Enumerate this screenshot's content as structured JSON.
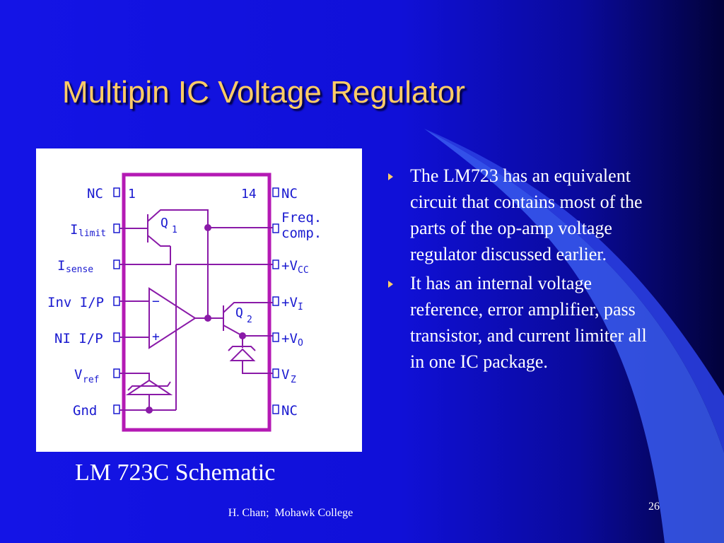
{
  "slide": {
    "title": "Multipin IC Voltage Regulator",
    "caption": "LM 723C Schematic",
    "bullets": [
      "The LM723 has an equivalent circuit that contains most of the parts of the op-amp voltage regulator discussed earlier.",
      "It has an internal voltage reference, error amplifier, pass transistor, and current limiter all in one IC package."
    ],
    "footer": "H. Chan;  Mohawk College",
    "slide_number": "26",
    "bullet_icon": "triangle-right-icon"
  },
  "schematic": {
    "left_pins": [
      {
        "main": "NC",
        "sub": ""
      },
      {
        "main": "I",
        "sub": "limit"
      },
      {
        "main": "I",
        "sub": "sense"
      },
      {
        "main": "Inv I/P",
        "sub": ""
      },
      {
        "main": "NI I/P",
        "sub": ""
      },
      {
        "main": "V",
        "sub": "ref"
      },
      {
        "main": "Gnd",
        "sub": ""
      }
    ],
    "right_pins": [
      {
        "main": "NC",
        "sub": ""
      },
      {
        "main": "Freq.",
        "line2": "comp."
      },
      {
        "main": "+V",
        "sub": "CC"
      },
      {
        "main": "+V",
        "sub": "I"
      },
      {
        "main": "+V",
        "sub": "O"
      },
      {
        "main": "V",
        "sub": "Z"
      },
      {
        "main": "NC",
        "sub": ""
      }
    ],
    "pin1": "1",
    "pin14": "14",
    "q1": {
      "main": "Q",
      "sub": "1"
    },
    "q2": {
      "main": "Q",
      "sub": "2"
    },
    "opamp_minus": "−",
    "opamp_plus": "+"
  },
  "colors": {
    "title": "#ffcc66",
    "bullet": "#ffcc66",
    "text": "#ffffff",
    "schematic_label": "#1a1ad0",
    "schematic_line": "#8a1aa8",
    "background": "#1414e6"
  }
}
